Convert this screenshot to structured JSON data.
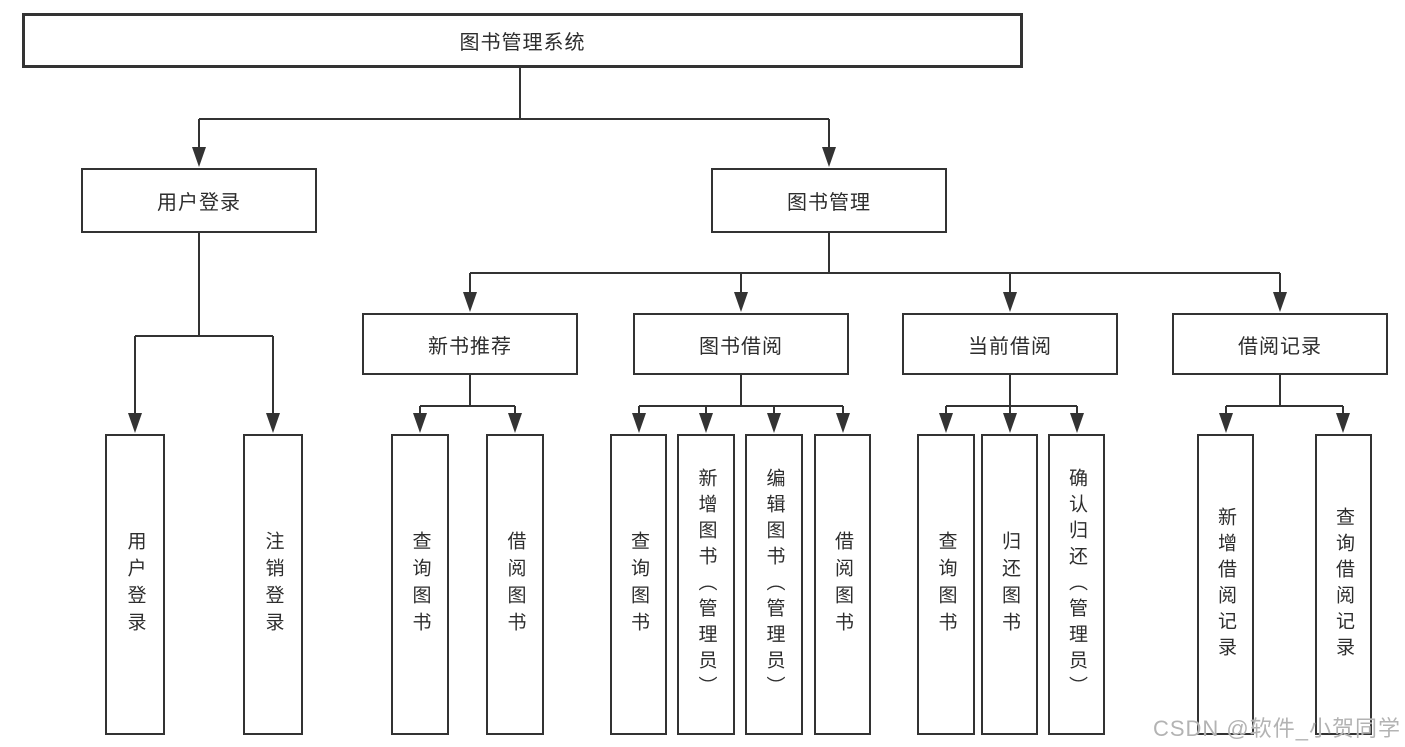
{
  "tree": {
    "label": "图书管理系统",
    "children": [
      {
        "label": "用户登录",
        "children": [
          {
            "label": "用户登录"
          },
          {
            "label": "注销登录"
          }
        ]
      },
      {
        "label": "图书管理",
        "children": [
          {
            "label": "新书推荐",
            "children": [
              {
                "label": "查询图书"
              },
              {
                "label": "借阅图书"
              }
            ]
          },
          {
            "label": "图书借阅",
            "children": [
              {
                "label": "查询图书"
              },
              {
                "label": "新增图书（管理员）"
              },
              {
                "label": "编辑图书（管理员）"
              },
              {
                "label": "借阅图书"
              }
            ]
          },
          {
            "label": "当前借阅",
            "children": [
              {
                "label": "查询图书"
              },
              {
                "label": "归还图书"
              },
              {
                "label": "确认归还（管理员）"
              }
            ]
          },
          {
            "label": "借阅记录",
            "children": [
              {
                "label": "新增借阅记录"
              },
              {
                "label": "查询借阅记录"
              }
            ]
          }
        ]
      }
    ]
  },
  "colors": {
    "line": "#333333",
    "border": "#333333",
    "text": "#2d2d2d",
    "watermark": "#b3b3b3"
  },
  "watermark": "CSDN @软件_小贺同学"
}
